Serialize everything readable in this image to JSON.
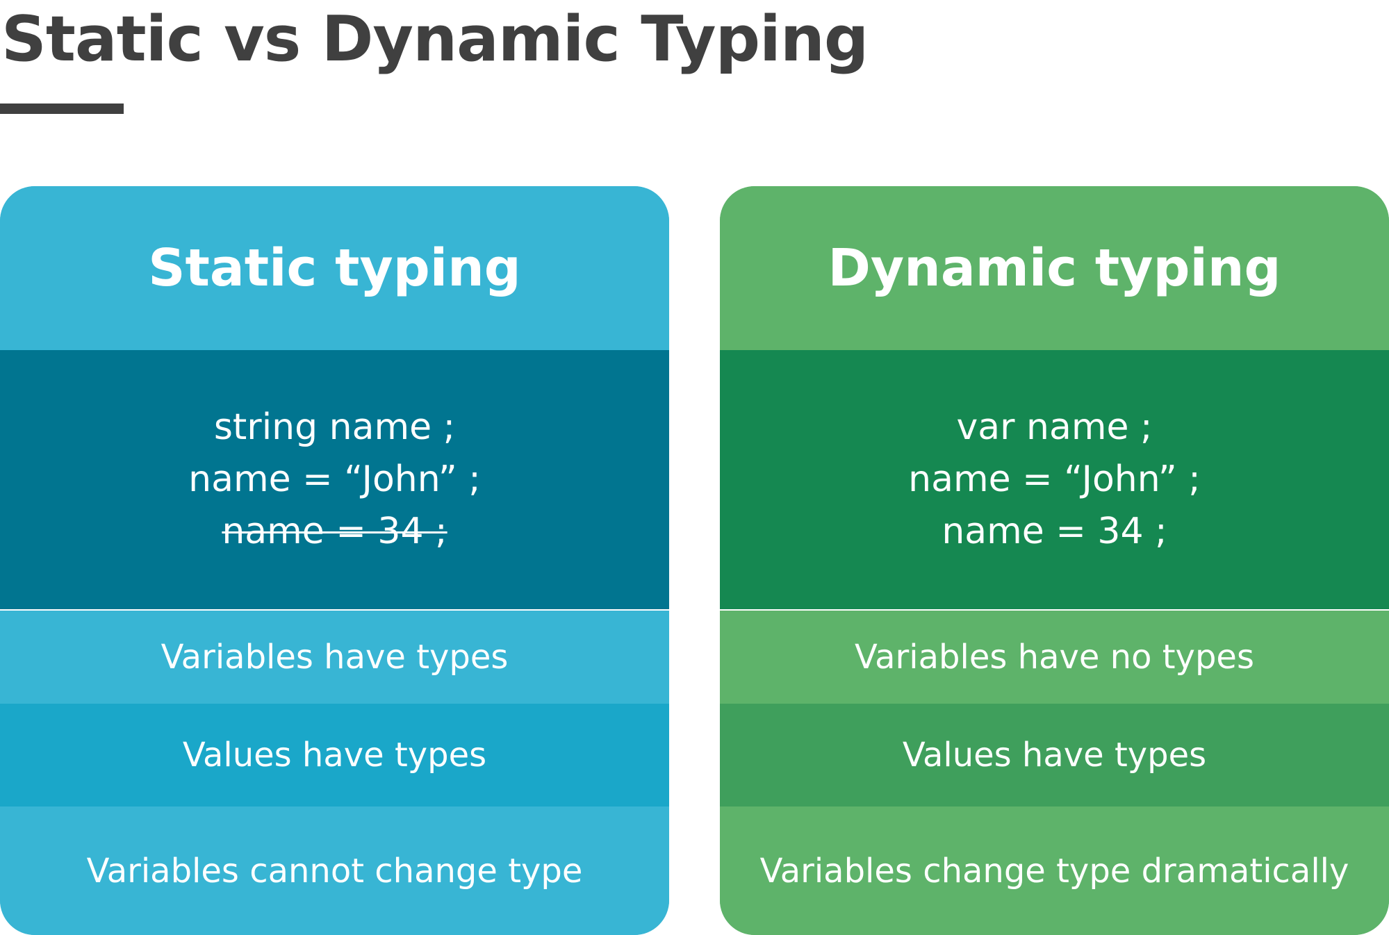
{
  "title": "Static vs Dynamic Typing",
  "colors": {
    "title_text": "#404040",
    "static_light": "#38b5d4",
    "static_dark": "#017590",
    "static_mid": "#1aa7c9",
    "dynamic_light": "#5eb36a",
    "dynamic_dark": "#158851",
    "dynamic_mid": "#3f9f5c",
    "text_on_card": "#ffffff"
  },
  "static_card": {
    "heading": "Static typing",
    "code": [
      "string name ;",
      "name = “John” ;",
      "name = 34 ;"
    ],
    "code_struck_line": "name = 34 ;",
    "properties": [
      "Variables have types",
      "Values have types",
      "Variables cannot change type"
    ]
  },
  "dynamic_card": {
    "heading": "Dynamic typing",
    "code": [
      "var name ;",
      "name = “John” ;",
      "name = 34 ;"
    ],
    "properties": [
      "Variables have no types",
      "Values have types",
      "Variables change type dramatically"
    ]
  }
}
